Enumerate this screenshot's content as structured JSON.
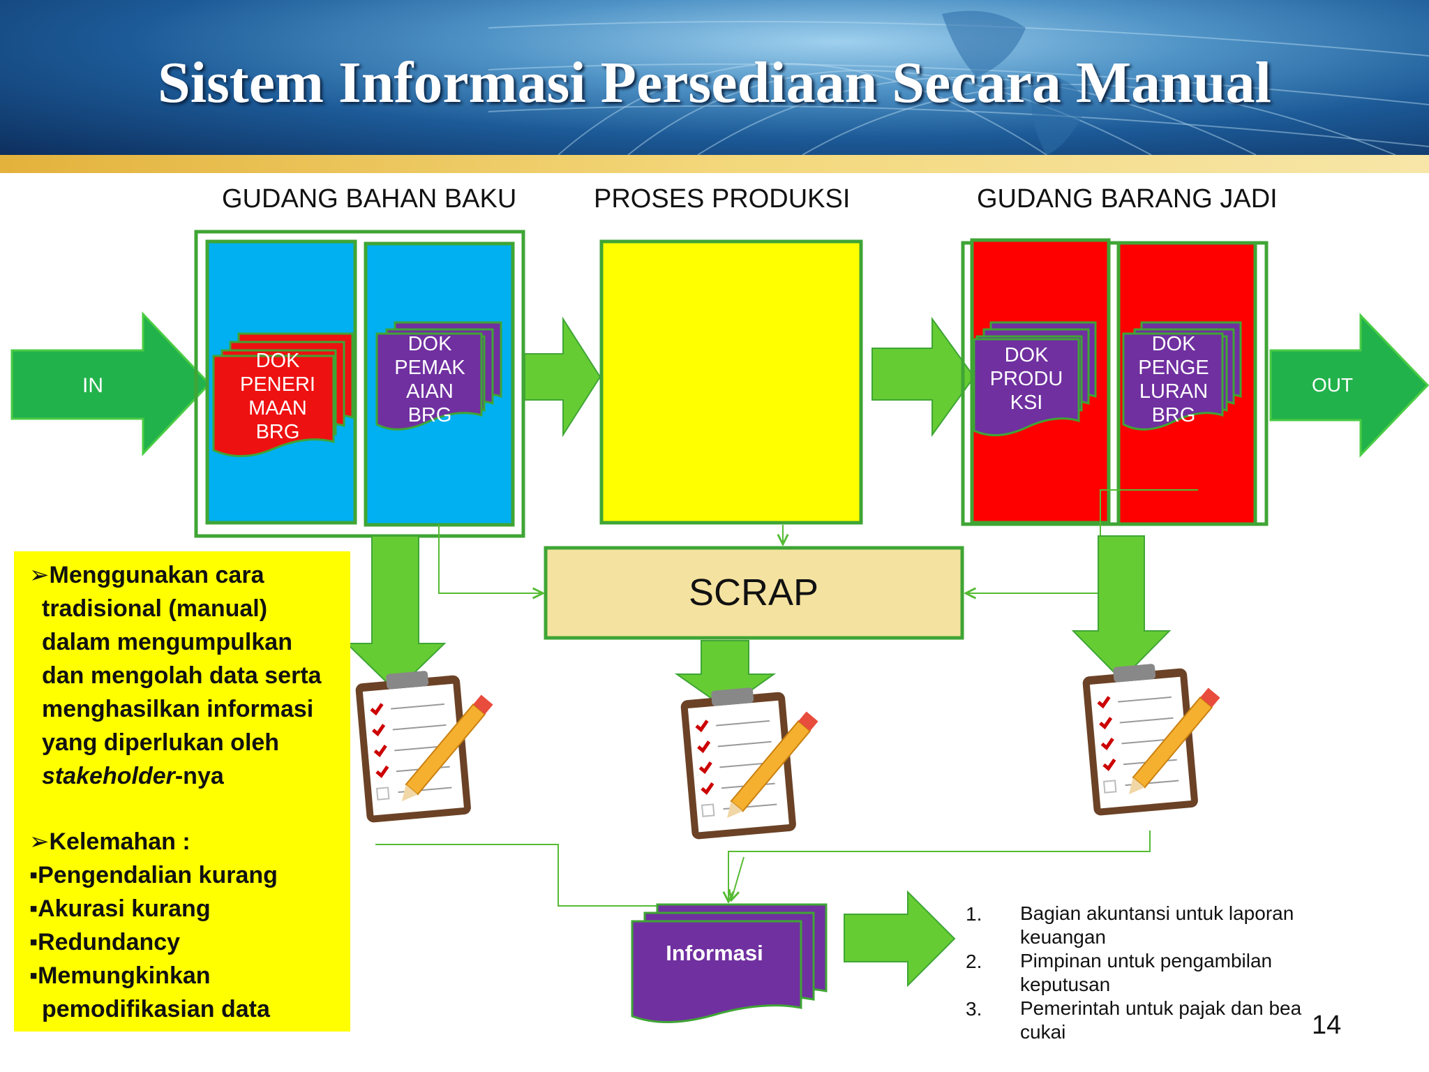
{
  "title": "Sistem Informasi Persediaan Secara Manual",
  "sections": {
    "raw_warehouse": "GUDANG BAHAN BAKU",
    "production": "PROSES PRODUKSI",
    "finished_warehouse": "GUDANG BARANG JADI"
  },
  "flow": {
    "in": "IN",
    "out": "OUT",
    "scrap": "SCRAP",
    "information": "Informasi"
  },
  "documents": {
    "receipt": [
      "DOK",
      "PENERI",
      "MAAN",
      "BRG"
    ],
    "usage": [
      "DOK",
      "PEMAK",
      "AIAN",
      "BRG"
    ],
    "production": [
      "DOK",
      "PRODU",
      "KSI"
    ],
    "release": [
      "DOK",
      "PENGE",
      "LURAN",
      "BRG"
    ]
  },
  "note": {
    "point1": [
      "Menggunakan cara",
      "tradisional (manual)",
      "dalam mengumpulkan",
      "dan mengolah data serta",
      "menghasilkan informasi",
      "yang diperlukan oleh"
    ],
    "point1_last_italic": "stakeholder",
    "point1_last_suffix": "-nya",
    "point2_title": "Kelemahan :",
    "weaknesses": [
      "Pengendalian kurang",
      "Akurasi kurang",
      "Redundancy",
      "Memungkinkan"
    ],
    "weakness_cont": "pemodifikasian data"
  },
  "recipients": [
    {
      "num": "1.",
      "lines": [
        "Bagian akuntansi untuk laporan",
        "keuangan"
      ]
    },
    {
      "num": "2.",
      "lines": [
        "Pimpinan untuk pengambilan",
        "keputusan"
      ]
    },
    {
      "num": "3.",
      "lines": [
        "Pemerintah untuk pajak dan bea",
        "cukai"
      ]
    }
  ],
  "page_number": "14",
  "colors": {
    "arrow_green": "#22b24c",
    "light_green": "#66cc33",
    "raw_box": "#00b0f0",
    "production_box": "#ffff00",
    "finished_box": "#ff0000",
    "scrap_box": "#f4e2a0",
    "doc_purple": "#7030a0",
    "doc_red": "#ee1111"
  }
}
